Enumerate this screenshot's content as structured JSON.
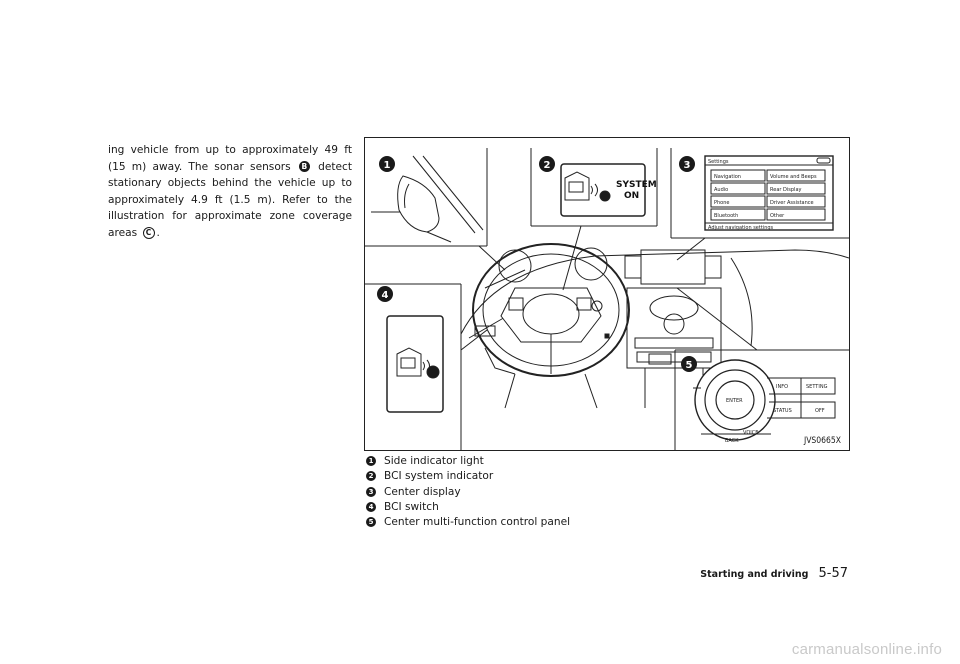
{
  "paragraph": {
    "text1": "ing vehicle from up to approximately 49 ft (15 m) away. The sonar sensors",
    "badgeB": "B",
    "text2": "detect stationary objects behind the vehicle up to approximately 4.9 ft (1.5 m). Refer to the illustration for approximate zone coverage areas",
    "badgeC": "C",
    "text3": "."
  },
  "figure": {
    "code": "JVS0665X",
    "callouts": [
      "1",
      "2",
      "3",
      "4",
      "5"
    ],
    "system_on_line1": "SYSTEM",
    "system_on_line2": "ON",
    "display": {
      "title": "Settings",
      "left_items": [
        "Navigation",
        "Audio",
        "Phone",
        "Bluetooth"
      ],
      "right_items": [
        "Volume and Beeps",
        "Rear Display",
        "Driver Assistance",
        "Other"
      ],
      "footer": "Adjust navigation settings"
    },
    "panel": {
      "info": "INFO",
      "setting": "SETTING",
      "status": "STATUS",
      "off": "OFF",
      "back": "BACK",
      "voice": "VOICE",
      "enter": "ENTER"
    }
  },
  "captions": [
    {
      "num": "1",
      "text": "Side indicator light"
    },
    {
      "num": "2",
      "text": "BCI system indicator"
    },
    {
      "num": "3",
      "text": "Center display"
    },
    {
      "num": "4",
      "text": "BCI switch"
    },
    {
      "num": "5",
      "text": "Center multi-function control panel"
    }
  ],
  "footer": {
    "section": "Starting and driving",
    "page": "5-57"
  },
  "watermark": "carmanualsonline.info"
}
